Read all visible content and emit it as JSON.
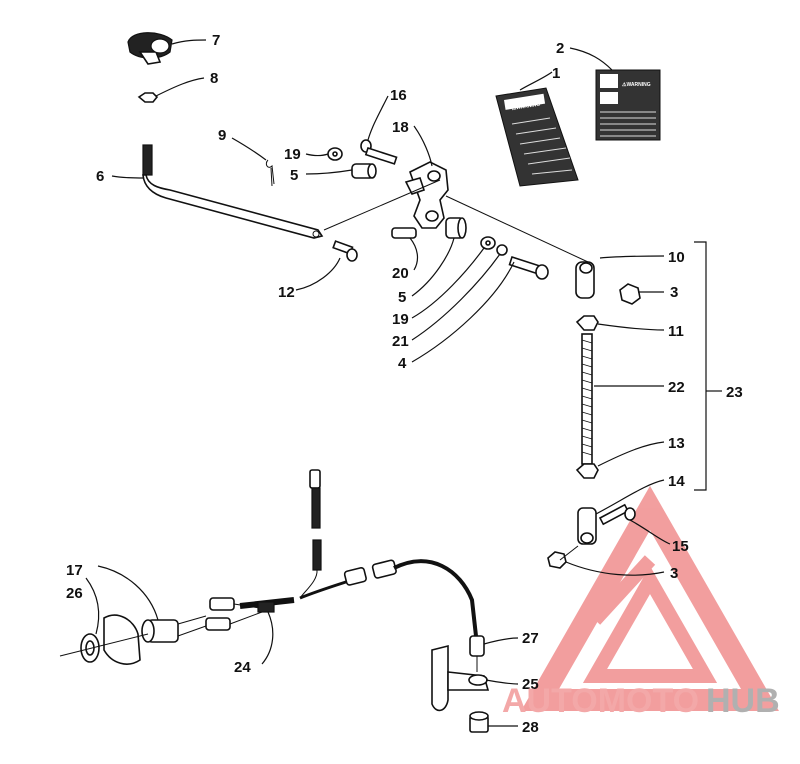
{
  "callouts": {
    "c1": "1",
    "c2": "2",
    "c3a": "3",
    "c3b": "3",
    "c4": "4",
    "c5a": "5",
    "c5b": "5",
    "c6": "6",
    "c7": "7",
    "c8": "8",
    "c9": "9",
    "c10": "10",
    "c11": "11",
    "c12": "12",
    "c13": "13",
    "c14": "14",
    "c15": "15",
    "c16": "16",
    "c17": "17",
    "c18": "18",
    "c19a": "19",
    "c19b": "19",
    "c20": "20",
    "c21": "21",
    "c22": "22",
    "c23": "23",
    "c24": "24",
    "c25": "25",
    "c26": "26",
    "c27": "27",
    "c28": "28"
  },
  "watermark": {
    "part1": "AUTOMOTO",
    "part2": "HUB",
    "accent_color": "#e85050",
    "gray_color": "#9a9a9a"
  },
  "decal": {
    "warning_a": "⚠WARNING",
    "warning_b": "⚠WARNING"
  }
}
